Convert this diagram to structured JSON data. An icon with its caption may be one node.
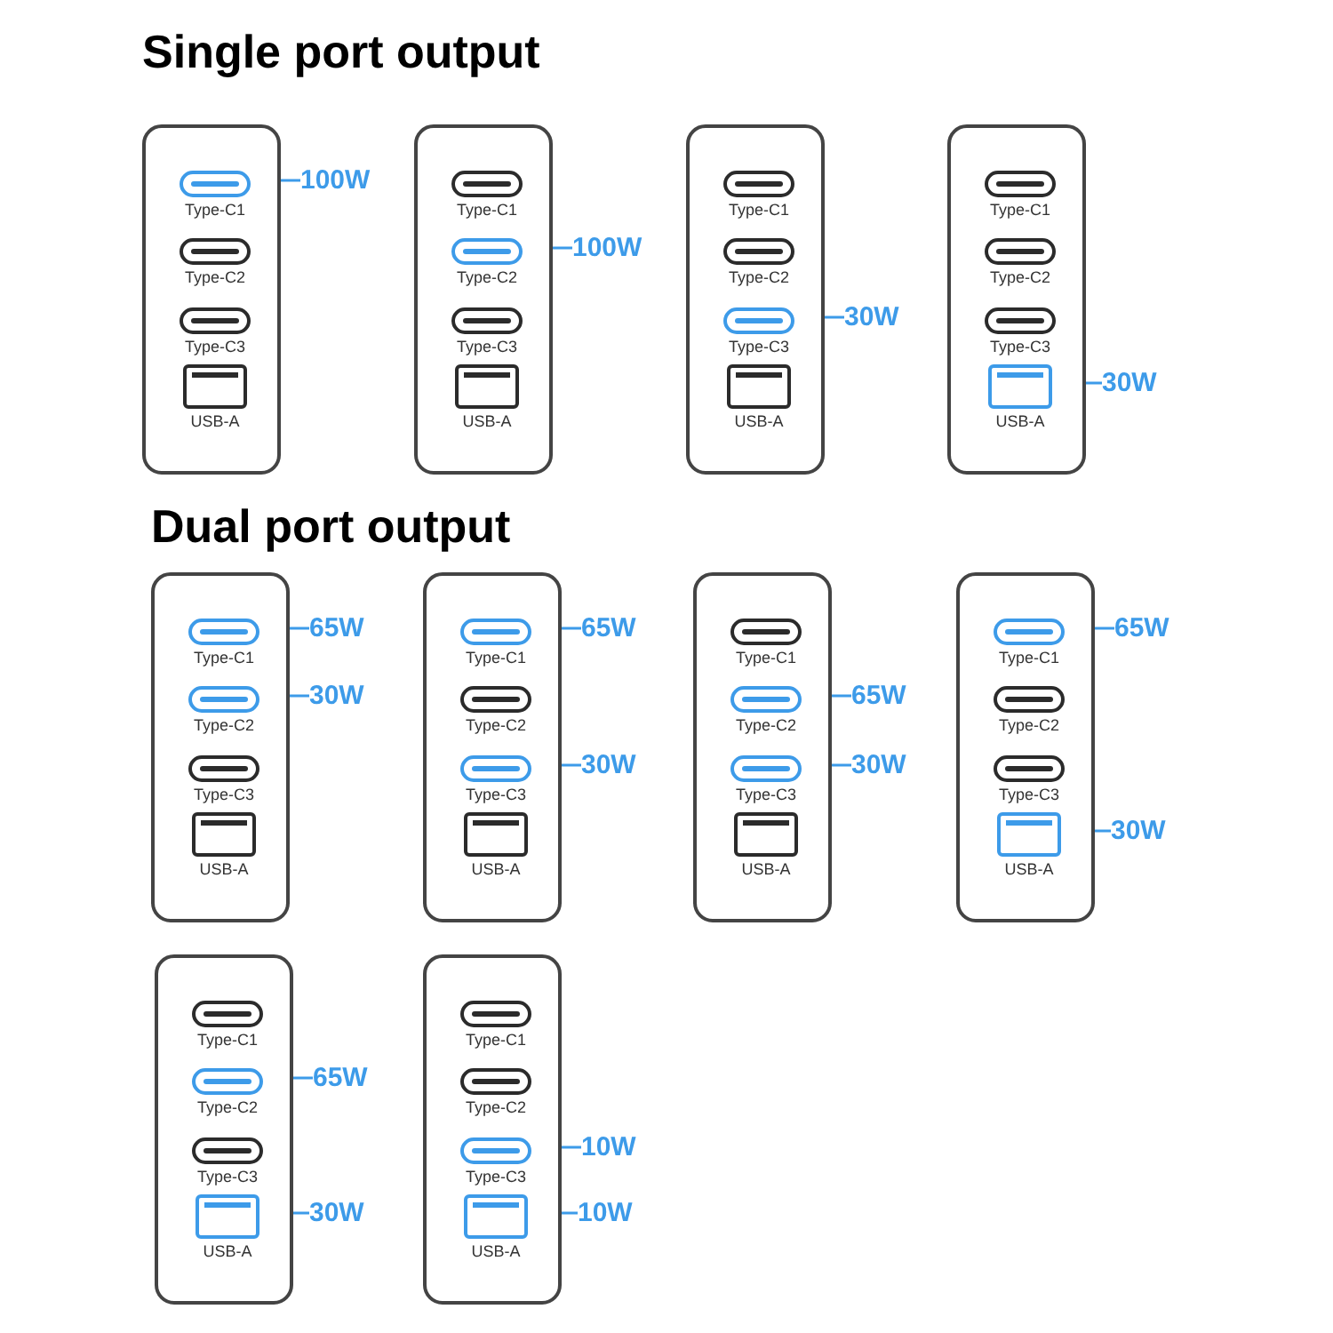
{
  "diagram": {
    "nodes": [
      {
        "text": [],
        "shape": "box"
      },
      {
        "text": [
          "Type-C1"
        ],
        "in": 0
      },
      {
        "text": [
          "Type-C2"
        ],
        "in": 0
      },
      {
        "text": [
          "Type-C3"
        ],
        "in": 0
      },
      {
        "text": [
          "USB-A"
        ],
        "in": 0
      },
      {
        "text": [
          "100W"
        ]
      },
      {
        "text": [],
        "shape": "box"
      },
      {
        "text": [
          "Type-C1"
        ],
        "in": 6
      },
      {
        "text": [
          "Type-C2"
        ],
        "in": 6
      },
      {
        "text": [
          "Type-C3"
        ],
        "in": 6
      },
      {
        "text": [
          "USB-A"
        ],
        "in": 6
      },
      {
        "text": [
          "100W"
        ]
      },
      {
        "text": [],
        "shape": "box"
      },
      {
        "text": [
          "Type-C1"
        ],
        "in": 12
      },
      {
        "text": [
          "Type-C2"
        ],
        "in": 12
      },
      {
        "text": [
          "Type-C3"
        ],
        "in": 12
      },
      {
        "text": [
          "USB-A"
        ],
        "in": 12
      },
      {
        "text": [
          "30W"
        ]
      },
      {
        "text": [],
        "shape": "box"
      },
      {
        "text": [
          "Type-C1"
        ],
        "in": 18
      },
      {
        "text": [
          "Type-C2"
        ],
        "in": 18
      },
      {
        "text": [
          "Type-C3"
        ],
        "in": 18
      },
      {
        "text": [
          "USB-A"
        ],
        "in": 18
      },
      {
        "text": [
          "30W"
        ]
      },
      {
        "text": [],
        "shape": "box"
      },
      {
        "text": [
          "Type-C1"
        ],
        "in": 24
      },
      {
        "text": [
          "Type-C2"
        ],
        "in": 24
      },
      {
        "text": [
          "Type-C3"
        ],
        "in": 24
      },
      {
        "text": [
          "USB-A"
        ],
        "in": 24
      },
      {
        "text": [
          "65W"
        ]
      },
      {
        "text": [
          "30W"
        ]
      },
      {
        "text": [],
        "shape": "box"
      },
      {
        "text": [
          "Type-C1"
        ],
        "in": 31
      },
      {
        "text": [
          "Type-C2"
        ],
        "in": 31
      },
      {
        "text": [
          "Type-C3"
        ],
        "in": 31
      },
      {
        "text": [
          "USB-A"
        ],
        "in": 31
      },
      {
        "text": [
          "65W"
        ]
      },
      {
        "text": [
          "30W"
        ]
      },
      {
        "text": [],
        "shape": "box"
      },
      {
        "text": [
          "Type-C1"
        ],
        "in": 38
      },
      {
        "text": [
          "Type-C2"
        ],
        "in": 38
      },
      {
        "text": [
          "Type-C3"
        ],
        "in": 38
      },
      {
        "text": [
          "USB-A"
        ],
        "in": 38
      },
      {
        "text": [
          "65W"
        ]
      },
      {
        "text": [
          "30W"
        ]
      },
      {
        "text": [],
        "shape": "box"
      },
      {
        "text": [
          "Type-C1"
        ],
        "in": 45
      },
      {
        "text": [
          "Type-C2"
        ],
        "in": 45
      },
      {
        "text": [
          "Type-C3"
        ],
        "in": 45
      },
      {
        "text": [
          "USB-A"
        ],
        "in": 45
      },
      {
        "text": [
          "65W"
        ]
      },
      {
        "text": [
          "30W"
        ]
      },
      {
        "text": [],
        "shape": "box"
      },
      {
        "text": [
          "Type-C1"
        ],
        "in": 52
      },
      {
        "text": [
          "Type-C2"
        ],
        "in": 52
      },
      {
        "text": [
          "Type-C3"
        ],
        "in": 52
      },
      {
        "text": [
          "USB-A"
        ],
        "in": 52
      },
      {
        "text": [
          "65W"
        ]
      },
      {
        "text": [
          "30W"
        ]
      },
      {
        "text": [],
        "shape": "box"
      },
      {
        "text": [
          "Type-C1"
        ],
        "in": 59
      },
      {
        "text": [
          "Type-C2"
        ],
        "in": 59
      },
      {
        "text": [
          "Type-C3"
        ],
        "in": 59
      },
      {
        "text": [
          "USB-A"
        ],
        "in": 59
      },
      {
        "text": [
          "10W"
        ]
      },
      {
        "text": [
          "10W"
        ]
      }
    ],
    "edges": [
      {
        "from": 1,
        "to": 5,
        "arrow": "none"
      },
      {
        "from": 8,
        "to": 11,
        "arrow": "none"
      },
      {
        "from": 15,
        "to": 17,
        "arrow": "none"
      },
      {
        "from": 22,
        "to": 23,
        "arrow": "none"
      },
      {
        "from": 25,
        "to": 29,
        "arrow": "none"
      },
      {
        "from": 26,
        "to": 30,
        "arrow": "none"
      },
      {
        "from": 32,
        "to": 36,
        "arrow": "none"
      },
      {
        "from": 34,
        "to": 37,
        "arrow": "none"
      },
      {
        "from": 40,
        "to": 43,
        "arrow": "none"
      },
      {
        "from": 41,
        "to": 44,
        "arrow": "none"
      },
      {
        "from": 46,
        "to": 50,
        "arrow": "none"
      },
      {
        "from": 49,
        "to": 51,
        "arrow": "none"
      },
      {
        "from": 54,
        "to": 57,
        "arrow": "none"
      },
      {
        "from": 56,
        "to": 58,
        "arrow": "none"
      },
      {
        "from": 62,
        "to": 64,
        "arrow": "none"
      },
      {
        "from": 63,
        "to": 65,
        "arrow": "none"
      }
    ],
    "labels": [
      "Single port output",
      "Dual port output"
    ]
  }
}
